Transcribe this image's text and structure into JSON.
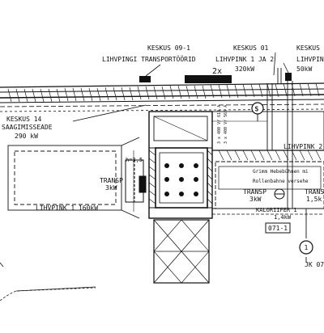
{
  "labels": {
    "keskus_09_1": "KESKUS 09-1",
    "transportoorid": "LIHVPINGI TRANSPORTÖÖRID",
    "keskus_01": "KESKUS 01",
    "lihvpink_1_ja_2": "LIHVPINK 1 JA 2",
    "two_x": "2x",
    "kw_320": "320kW",
    "keskus_right": "KESKUS",
    "lihvpin_right": "LIHVPIN",
    "kw_50": "50kW",
    "keskus_14": "KESKUS 14",
    "saagimisseade": "SAAGIMISSEADE",
    "kw_290": "290 kW",
    "circle_s": "S",
    "cable_1": "3 x 400 V/ 610 A",
    "cable_2": "3 x 400 V/ 565 A",
    "lihvpink_2": "LIHVPINK 2",
    "h_dim": "h=3,5",
    "transp_left": "TRANSP",
    "transp_left_kw": "3kW",
    "lihvpink_1": "LIHVPINK 1 160kW",
    "grimm_1": "Grimm Hebebühnen mi",
    "grimm_2": "Rollenbahne versehe",
    "transp_mid": "TRANSP",
    "transp_mid_kw": "3kW",
    "transp_right": "TRANS",
    "transp_right_kw": "1,5k",
    "kalorifer": "KALORIIFER 1",
    "kalorifer_kw": "1,4kW",
    "tag_071": "071-1",
    "circle_1": "1",
    "jk": "JK 07"
  }
}
